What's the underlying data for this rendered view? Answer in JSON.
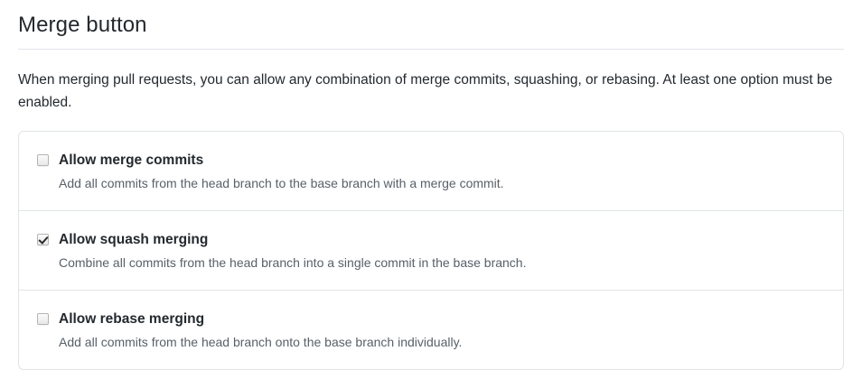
{
  "header": {
    "title": "Merge button"
  },
  "intro": {
    "text": "When merging pull requests, you can allow any combination of merge commits, squashing, or rebasing. At least one option must be enabled."
  },
  "colors": {
    "text_primary": "#24292e",
    "text_muted": "#586069",
    "border": "#e1e4e8",
    "checkbox_border": "#b4b4b4",
    "checkmark": "#2b2b2b",
    "background": "#ffffff"
  },
  "options": [
    {
      "label": "Allow merge commits",
      "description": "Add all commits from the head branch to the base branch with a merge commit.",
      "checked": false,
      "checkbox_icon": "checkbox-unchecked-icon"
    },
    {
      "label": "Allow squash merging",
      "description": "Combine all commits from the head branch into a single commit in the base branch.",
      "checked": true,
      "checkbox_icon": "checkbox-checked-icon"
    },
    {
      "label": "Allow rebase merging",
      "description": "Add all commits from the head branch onto the base branch individually.",
      "checked": false,
      "checkbox_icon": "checkbox-unchecked-icon"
    }
  ]
}
